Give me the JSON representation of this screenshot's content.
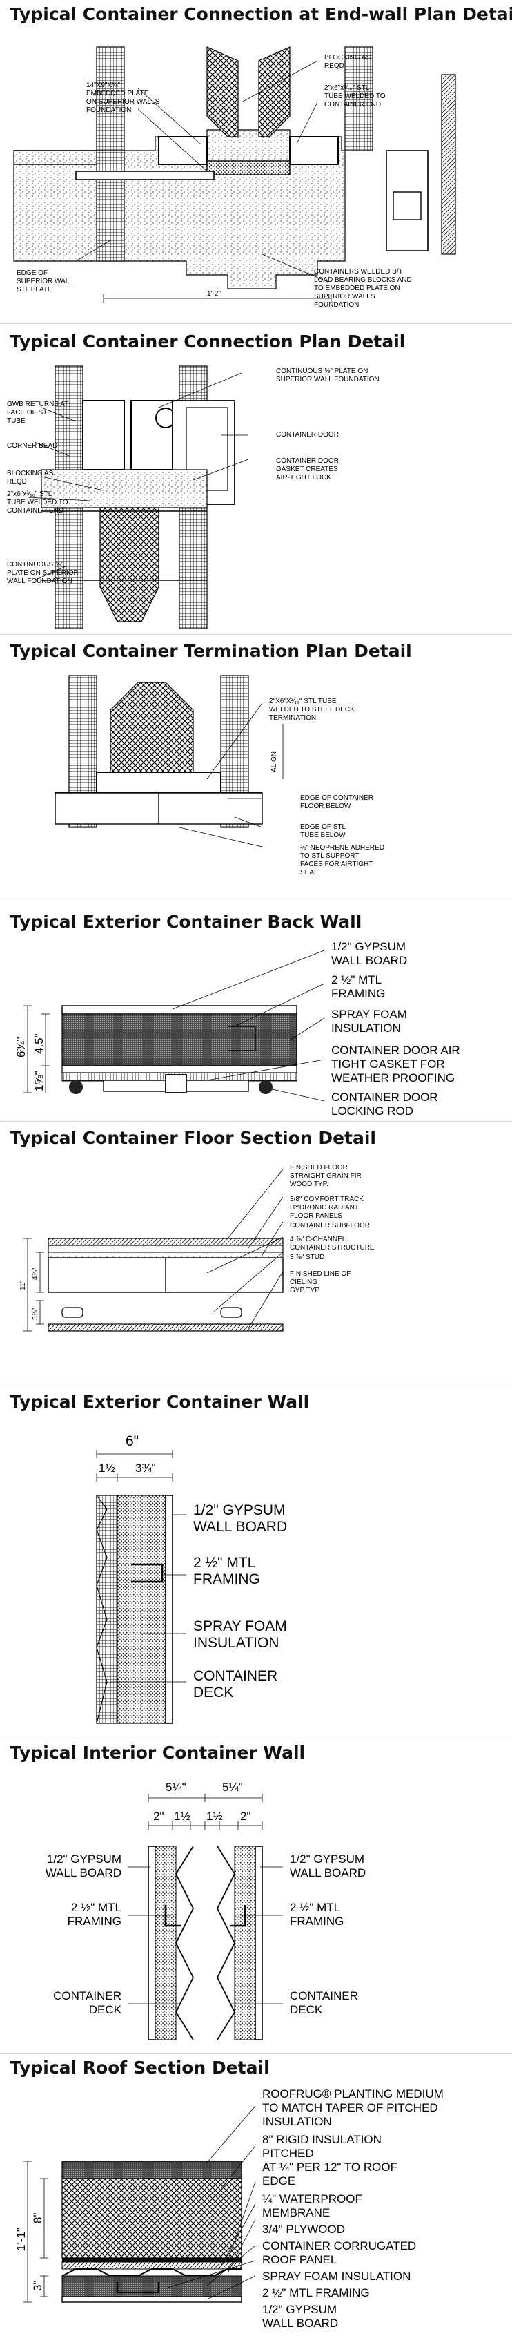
{
  "details": [
    {
      "title": "Typical Container Connection at End-wall Plan Detail",
      "labels": [
        "14\"X9\"X⅝\"",
        "EMBEDDED PLATE",
        "ON SUPERIOR WALLS",
        "FOUNDATION",
        "BLOCKING AS",
        "REQD",
        "2\"x6\"x³⁄₁₆\" STL",
        "TUBE WELDED TO",
        "CONTAINER END",
        "EDGE OF",
        "SUPERIOR WALL",
        "STL PLATE",
        "1'-2\"",
        "CONTAINERS WELDED B/T",
        "LOAD BEARING BLOCKS AND",
        "TO EMBEDDED PLATE ON",
        "SUPERIOR WALLS",
        "FOUNDATION"
      ]
    },
    {
      "title": "Typical Container Connection Plan Detail",
      "labels": [
        "CONTINUOUS ⅝\" PLATE ON",
        "SUPERIOR WALL FOUNDATION",
        "GWB RETURNS AT",
        "FACE OF STL",
        "TUBE",
        "CONTAINER DOOR",
        "CORNER BEAD",
        "CONTAINER DOOR",
        "GASKET CREATES",
        "AIR-TIGHT LOCK",
        "BLOCKING AS",
        "REQD",
        "2\"x6\"x³⁄₁₆\" STL",
        "TUBE WELDED TO",
        "CONTAINER END",
        "CONTINUOUS ⅝\"",
        "PLATE ON SUPERIOR",
        "WALL FOUNDATION"
      ]
    },
    {
      "title": "Typical Container Termination Plan Detail",
      "labels": [
        "2\"X6\"X³⁄₁₆\" STL TUBE",
        "WELDED TO STEEL DECK",
        "TERMINATION",
        "ALIGN",
        "EDGE OF CONTAINER",
        "FLOOR BELOW",
        "EDGE OF STL",
        "TUBE BELOW",
        "⅜\" NEOPRENE ADHERED",
        "TO STL SUPPORT",
        "FACES FOR AIRTIGHT",
        "SEAL"
      ]
    },
    {
      "title": "Typical Exterior Container Back Wall",
      "labels": [
        "1/2\" GYPSUM",
        "WALL BOARD",
        "2 ½\" MTL",
        "FRAMING",
        "SPRAY FOAM",
        "INSULATION",
        "CONTAINER DOOR AIR",
        "TIGHT GASKET FOR",
        "WEATHER PROOFING",
        "CONTAINER DOOR",
        "LOCKING ROD",
        "6¾\"",
        "4.5\"",
        "1⅝\""
      ]
    },
    {
      "title": "Typical Container Floor Section Detail",
      "labels": [
        "FINISHED FLOOR",
        "STRAIGHT GRAIN FIR",
        "WOOD TYP.",
        "3/8\" COMFORT TRACK",
        "HYDRONIC RADIANT",
        "FLOOR PANELS",
        "CONTAINER SUBFLOOR",
        "4 ⅞\" C-CHANNEL",
        "CONTAINER STRUCTURE",
        "3 ⅞\" STUD",
        "FINISHED LINE OF",
        "CIELING",
        "GYP TYP.",
        "11\"",
        "4⅞\"",
        "3⅞\""
      ]
    },
    {
      "title": "Typical Exterior Container Wall",
      "labels": [
        "6\"",
        "1½",
        "3¾\"",
        "1/2\" GYPSUM",
        "WALL BOARD",
        "2 ½\" MTL",
        "FRAMING",
        "SPRAY FOAM",
        "INSULATION",
        "CONTAINER",
        "DECK"
      ]
    },
    {
      "title": "Typical Interior Container Wall",
      "labels": [
        "5¼\"",
        "5¼\"",
        "2\"",
        "1½",
        "1½",
        "2\"",
        "1/2\" GYPSUM",
        "WALL BOARD",
        "2 ½\" MTL",
        "FRAMING",
        "1/2\" GYPSUM",
        "WALL BOARD",
        "2 ½\" MTL",
        "FRAMING",
        "CONTAINER",
        "DECK",
        "CONTAINER",
        "DECK"
      ]
    },
    {
      "title": "Typical Roof Section Detail",
      "labels": [
        "ROOFRUG® PLANTING MEDIUM",
        "TO MATCH TAPER OF PITCHED",
        "INSULATION",
        "8\" RIGID INSULATION",
        "PITCHED",
        "AT ¼\" PER 12\" TO ROOF",
        "EDGE",
        "¼\" WATERPROOF",
        "MEMBRANE",
        "3/4\" PLYWOOD",
        "CONTAINER CORRUGATED",
        "ROOF PANEL",
        "SPRAY FOAM INSULATION",
        "2 ½\" MTL FRAMING",
        "1/2\" GYPSUM",
        "WALL BOARD",
        "1'-1\"",
        "8\"",
        "3\""
      ]
    }
  ]
}
